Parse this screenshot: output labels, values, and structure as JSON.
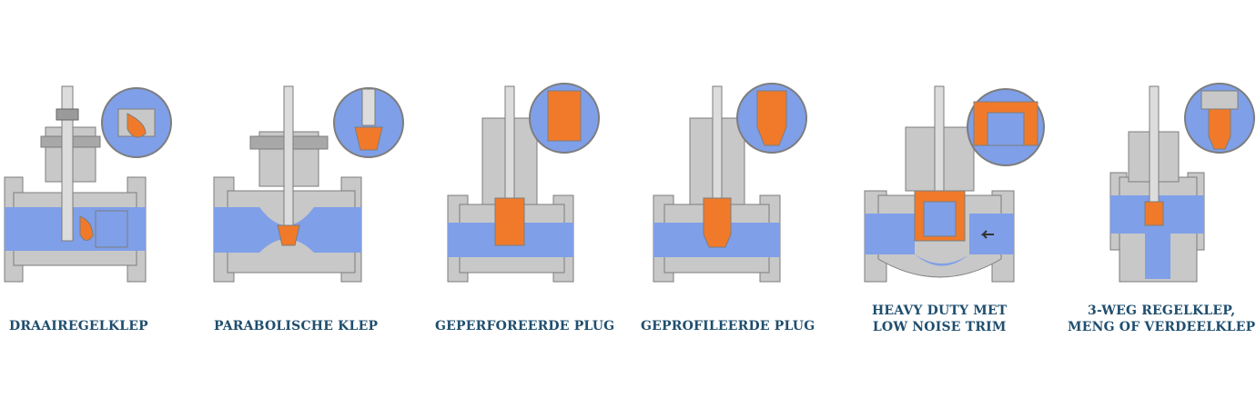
{
  "valves": [
    {
      "label_1": "DRAAIREGELKLEP",
      "label_2": ""
    },
    {
      "label_1": "PARABOLISCHE KLEP",
      "label_2": ""
    },
    {
      "label_1": "GEPERFOREERDE PLUG",
      "label_2": ""
    },
    {
      "label_1": "GEPROFILEERDE PLUG",
      "label_2": ""
    },
    {
      "label_1": "HEAVY DUTY MET",
      "label_2": "LOW NOISE TRIM"
    },
    {
      "label_1": "3-WEG REGELKLEP,",
      "label_2": "MENG OF VERDEELKLEP"
    }
  ],
  "colors": {
    "metal": "#c8c8c8",
    "metal_dark": "#7d7d7d",
    "fluid": "#7f9fe8",
    "plug": "#f07a2a",
    "caption": "#1f4e6e"
  }
}
